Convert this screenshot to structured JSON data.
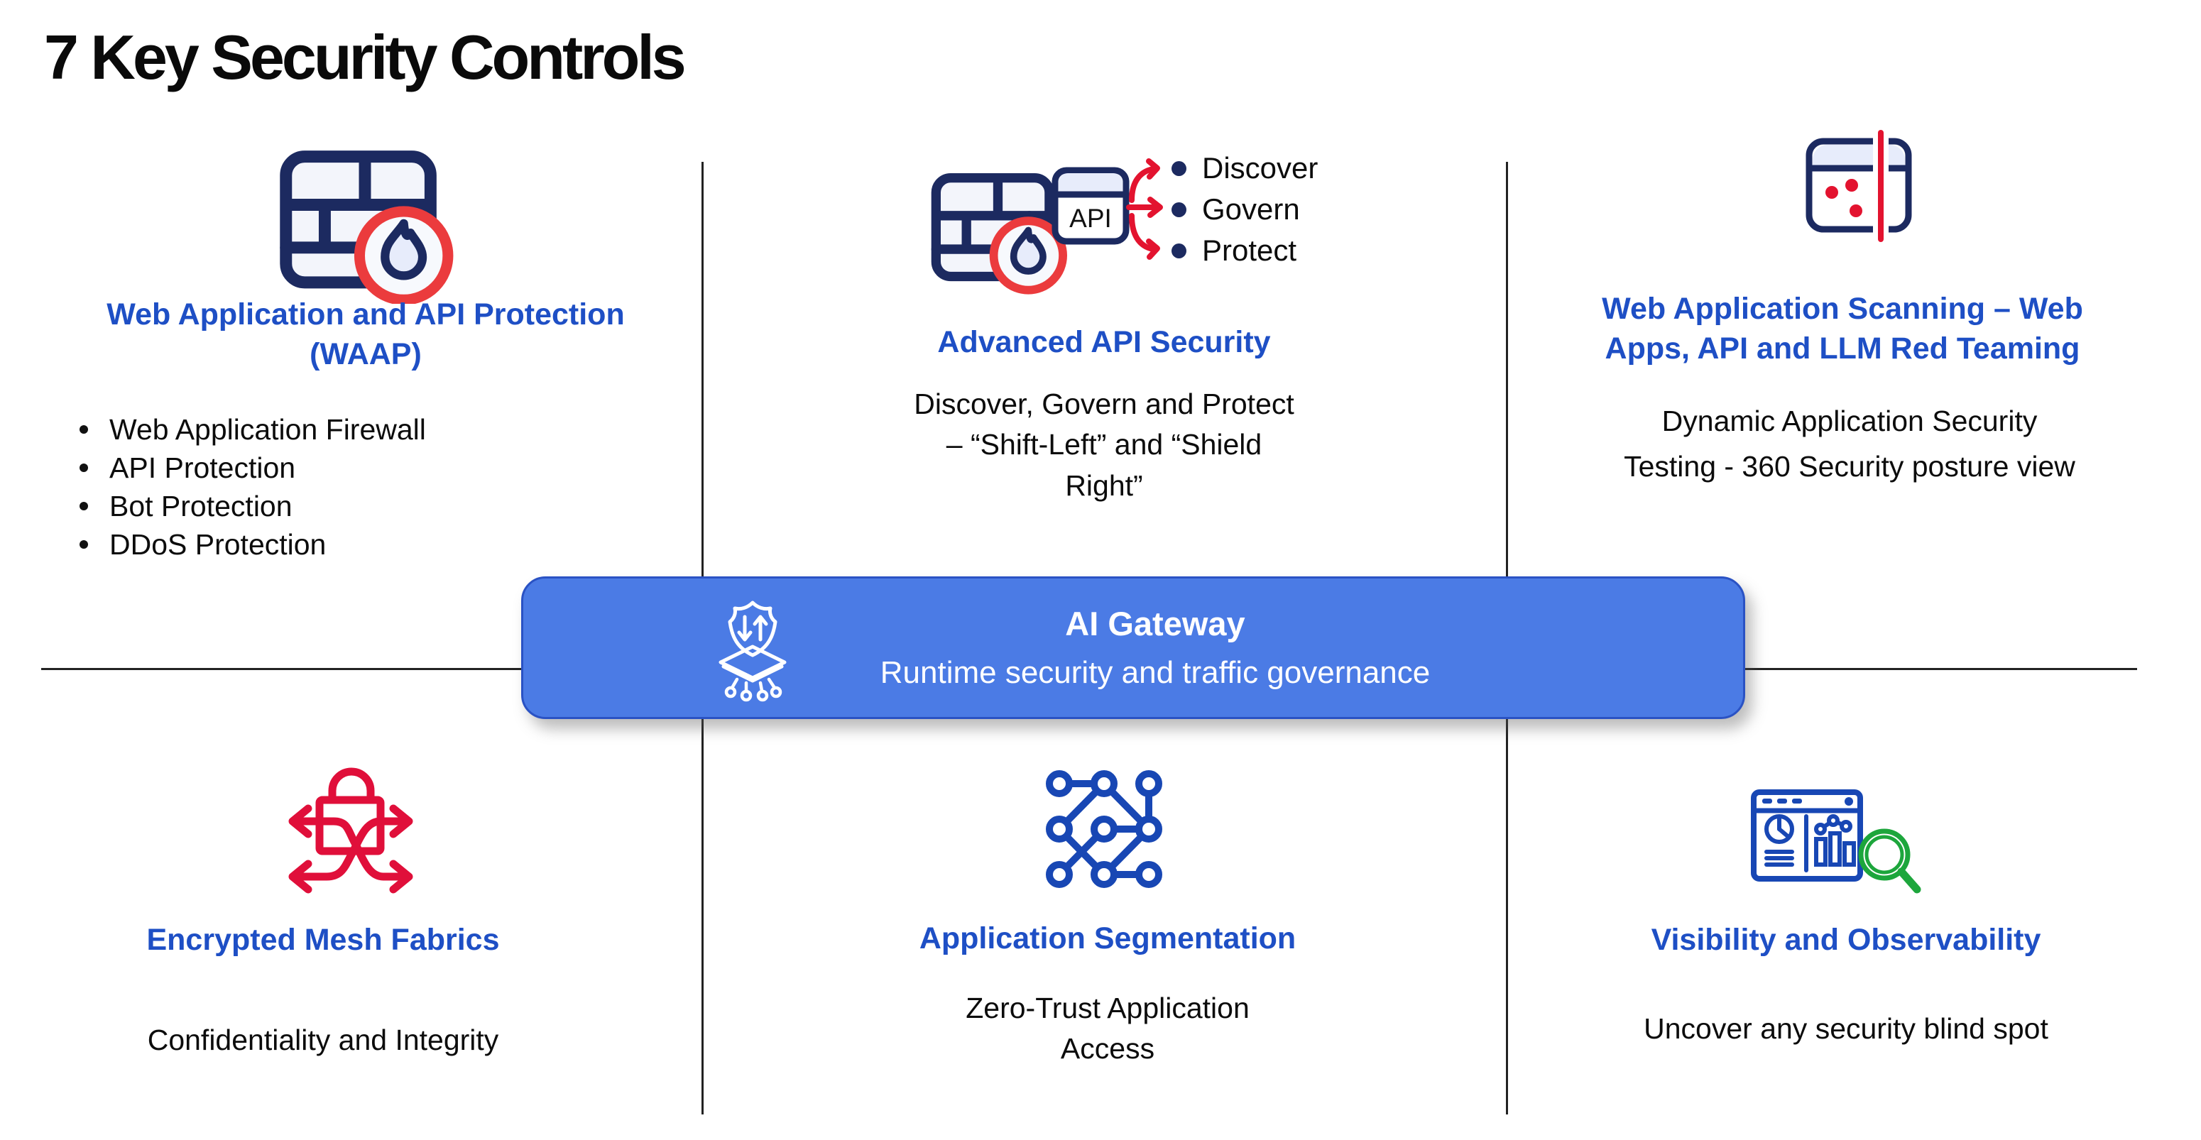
{
  "title": "7 Key Security Controls",
  "colors": {
    "heading_blue": "#1E4FC5",
    "navy": "#1C2A60",
    "icon_blue": "#1847B4",
    "red": "#E3132F",
    "green": "#1DA63C",
    "banner_blue": "#4B7BE5"
  },
  "cells": {
    "waap": {
      "heading": "Web Application and API Protection\n(WAAP)",
      "bullets": [
        "Web Application Firewall",
        "API Protection",
        "Bot Protection",
        "DDoS Protection"
      ]
    },
    "api_security": {
      "api_label": "API",
      "flow_items": [
        "Discover",
        "Govern",
        "Protect"
      ],
      "heading": "Advanced API Security",
      "body": "Discover, Govern and Protect\n– “Shift-Left” and “Shield\nRight”"
    },
    "scanning": {
      "heading": "Web Application Scanning – Web\nApps, API and LLM Red Teaming",
      "body": "Dynamic Application Security\nTesting - 360 Security posture view"
    },
    "ai_gateway": {
      "title": "AI Gateway",
      "subtitle": "Runtime security and traffic governance"
    },
    "mesh": {
      "heading": "Encrypted Mesh Fabrics",
      "body": "Confidentiality and Integrity"
    },
    "segmentation": {
      "heading": "Application Segmentation",
      "body": "Zero-Trust Application\nAccess"
    },
    "visibility": {
      "heading": "Visibility and Observability",
      "body": "Uncover any security blind spot"
    }
  }
}
